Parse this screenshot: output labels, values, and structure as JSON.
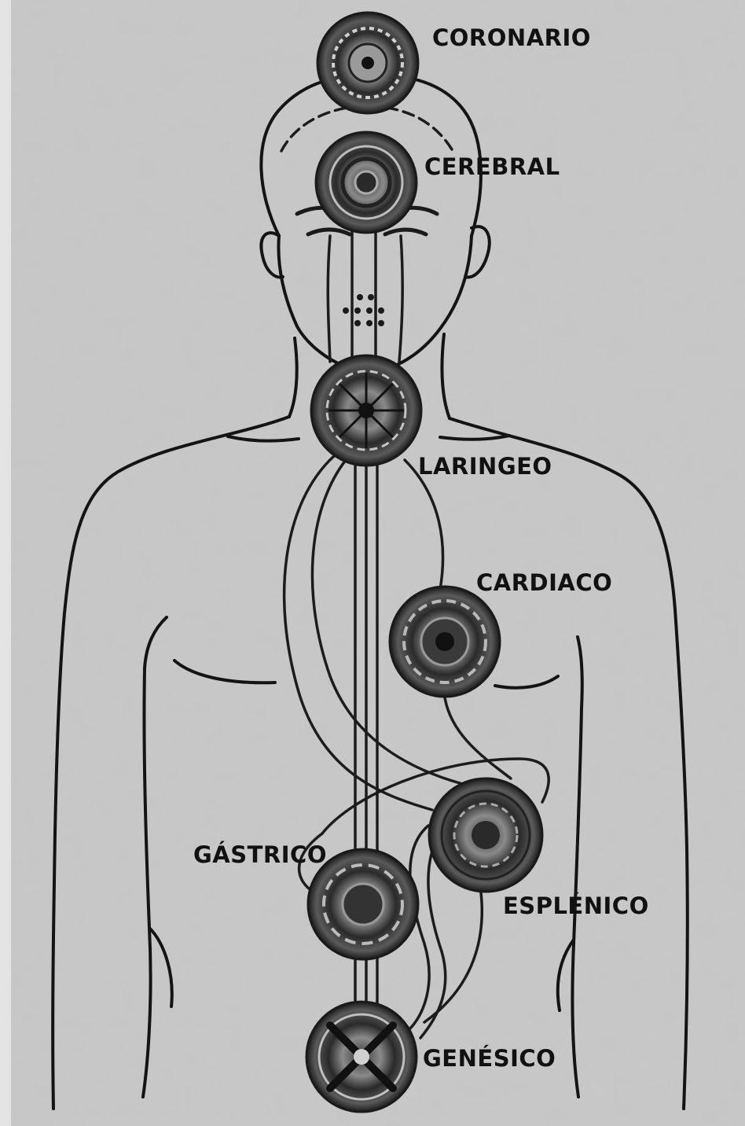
{
  "diagram": {
    "chakras": [
      {
        "id": "coronario",
        "label": "CORONARIO"
      },
      {
        "id": "cerebral",
        "label": "CEREBRAL"
      },
      {
        "id": "laringeo",
        "label": "LARINGEO"
      },
      {
        "id": "cardiaco",
        "label": "CARDIACO"
      },
      {
        "id": "gastrico",
        "label": "GÁSTRICO"
      },
      {
        "id": "esplenico",
        "label": "ESPLÉNICO"
      },
      {
        "id": "genesico",
        "label": "GENÉSICO"
      }
    ]
  },
  "colors": {
    "paper": "#c9c9c9",
    "outline": "#141414",
    "chakra_dark": "#1e1e1e",
    "chakra_mid": "#6a6a6a",
    "chakra_light": "#b0b0b0"
  }
}
